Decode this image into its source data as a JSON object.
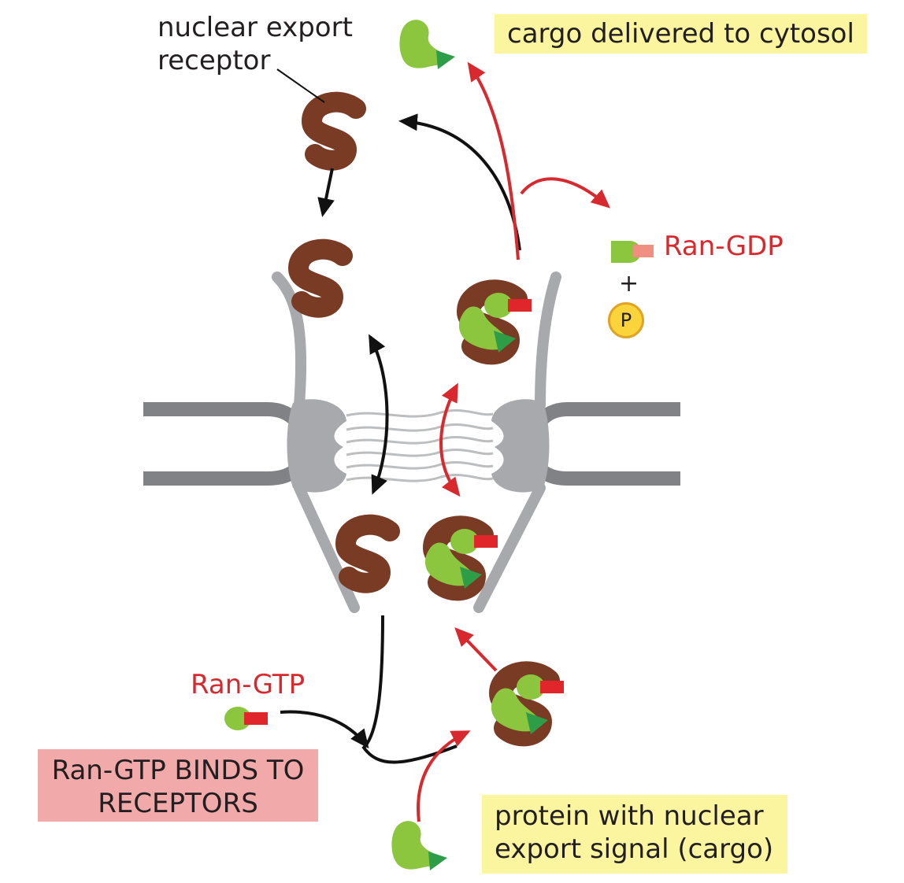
{
  "labels": {
    "receptor": [
      "nuclear export",
      "receptor"
    ],
    "cargo_delivered": "cargo delivered to cytosol",
    "ran_gdp": "Ran-GDP",
    "plus": "+",
    "phosphate": "P",
    "ran_gtp": "Ran-GTP",
    "ran_gtp_binds": [
      "Ran-GTP BINDS TO",
      "RECEPTORS"
    ],
    "protein_cargo": [
      "protein with nuclear",
      "export signal (cargo)"
    ]
  },
  "colors": {
    "receptor_brown": "#7a3b25",
    "cargo_green": "#8cc63f",
    "signal_arrow_green": "#2e9d48",
    "ran_gtp_red": "#e0262b",
    "ran_gdp_pink": "#f08f7f",
    "pore_gray": "#a7a9ac",
    "membrane_gray": "#808285",
    "arrow_red": "#d7292e",
    "arrow_black": "#111111",
    "highlight_yellow": "#fbf5a0",
    "highlight_pink": "#f2a9a9"
  }
}
